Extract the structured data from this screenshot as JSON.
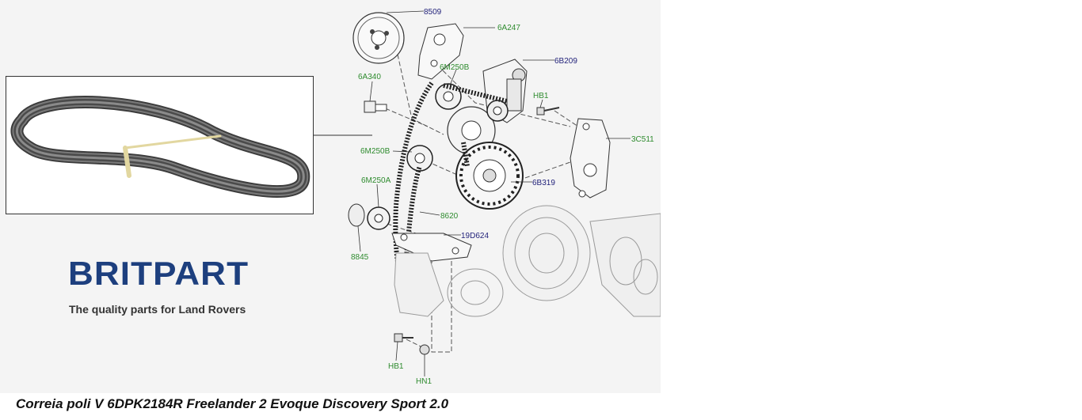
{
  "brand": {
    "name": "BRITPART",
    "tagline": "The quality parts for Land Rovers"
  },
  "caption": "Correia poli V 6DPK2184R Freelander 2 Evoque Discovery Sport 2.0",
  "colors": {
    "label_green": "#2e8b2e",
    "label_blue": "#22227a",
    "brand_blue": "#1d3f7e"
  },
  "part_labels": {
    "p8509": "8509",
    "p6A247": "6A247",
    "p6B209": "6B209",
    "p6M250B_top": "6M250B",
    "p6A340": "6A340",
    "pHB1_top": "HB1",
    "p3C511": "3C511",
    "p6M250B_mid": "6M250B",
    "p6B319": "6B319",
    "p6M250A": "6M250A",
    "p8620": "8620",
    "p19D624": "19D624",
    "p8845": "8845",
    "pHB1_bottom": "HB1",
    "pHN1": "HN1"
  }
}
